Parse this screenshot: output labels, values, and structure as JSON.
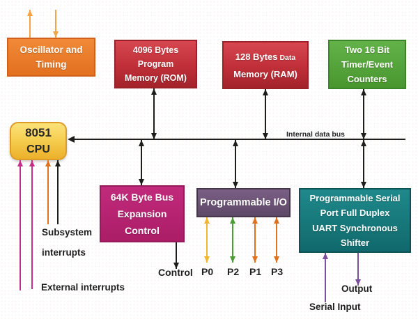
{
  "boxes": {
    "oscillator": {
      "line1": "Oscillator and",
      "line2": "Timing"
    },
    "rom": {
      "line1": "4096 Bytes",
      "line2": "Program",
      "line3": "Memory (ROM)"
    },
    "ram": {
      "line1_main": "128 Bytes",
      "line1_small": "Data",
      "line2": "Memory (RAM)"
    },
    "timer": {
      "line1": "Two 16 Bit",
      "line2": "Timer/Event",
      "line3": "Counters"
    },
    "cpu": {
      "line1": "8051",
      "line2": "CPU"
    },
    "bus_expansion": {
      "line1": "64K Byte Bus",
      "line2": "Expansion",
      "line3": "Control"
    },
    "prog_io": {
      "label": "Programmable I/O"
    },
    "serial_port": {
      "line1": "Programmable Serial",
      "line2": "Port Full Duplex",
      "line3": "UART Synchronous",
      "line4": "Shifter"
    }
  },
  "labels": {
    "internal_bus": "Internal data bus",
    "subsystem_line1": "Subsystem",
    "subsystem_line2": "interrupts",
    "external_interrupts": "External interrupts",
    "control": "Control",
    "port0": "P0",
    "port2": "P2",
    "port1": "P1",
    "port3": "P3",
    "serial_input": "Serial Input",
    "output": "Output"
  },
  "colors": {
    "oscillator_box": "#e87c2e",
    "rom_ram_box": "#c02f38",
    "timer_box": "#55a43c",
    "cpu_box": "#f6cf52",
    "bus_expansion_box": "#b82473",
    "prog_io_box": "#6a5376",
    "serial_port_box": "#177d7f",
    "oscillator_arrows": "#f4a447",
    "external_interrupt_arrows": "#c52f8a",
    "subsystem_interrupt_arrow_orange": "#e2711d",
    "p0_arrow": "#f2b52f",
    "p2_arrow": "#4a9e33",
    "p1_p3_arrows": "#e2711d",
    "serial_arrows": "#7c4f9c",
    "bus_and_connectors": "#1d1d1b"
  }
}
